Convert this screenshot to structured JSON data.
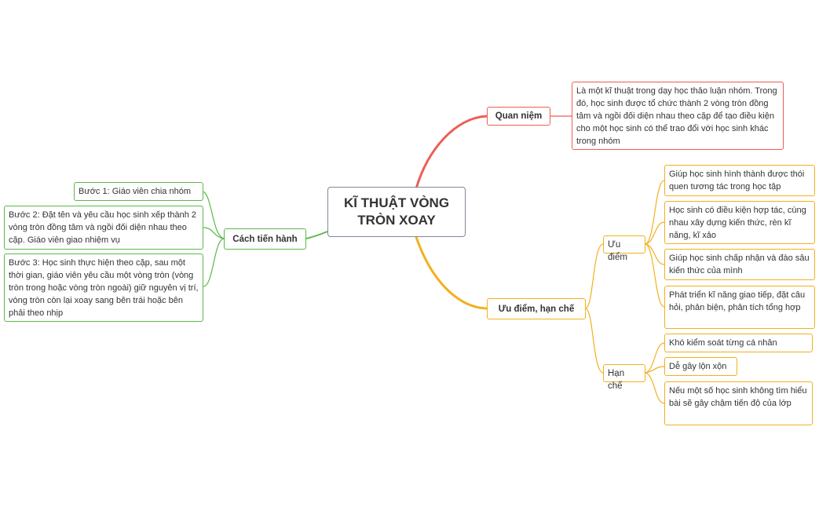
{
  "title": "KĨ THUẬT VÒNG TRÒN XOAY",
  "colors": {
    "quan_niem": "#ee5d55",
    "cach_tien_hanh": "#5db84a",
    "uu_diem_han_che": "#f2b01e",
    "root_border": "#7d8a99"
  },
  "quan_niem": {
    "label": "Quan niệm",
    "text": "Là một kĩ thuật trong dạy học thảo luận nhóm. Trong đó, học sinh được tổ chức thành 2 vòng tròn đồng tâm và ngồi đối diện nhau theo cặp để tạo điều kiện cho một học sinh có thể trao đổi với học sinh khác trong nhóm"
  },
  "cach_tien_hanh": {
    "label": "Cách tiến hành",
    "steps": [
      "Bước 1: Giáo viên chia nhóm",
      "Bước 2: Đặt tên và yêu cầu học sinh xếp thành 2 vòng tròn đồng tâm và ngồi đối diện nhau theo cặp. Giáo viên giao nhiệm vụ",
      "Bước 3: Học sinh thực hiện theo cặp, sau một thời gian, giáo viên yêu cầu một vòng tròn (vòng tròn trong hoặc vòng tròn ngoài) giữ nguyên vị trí, vòng tròn còn lại xoay sang bên trái hoặc bên phải theo nhịp"
    ]
  },
  "uu_diem_han_che": {
    "label": "Ưu điểm, hạn chế",
    "uu_diem": {
      "label": "Ưu điểm",
      "items": [
        "Giúp học sinh hình thành được thói quen tương tác trong học tập",
        "Học sinh có điều kiện hợp tác, cùng nhau xây dựng kiến thức, rèn kĩ năng, kĩ xảo",
        "Giúp học sinh chấp nhận và đào sâu kiến thức của mình",
        "Phát triển kĩ năng giao tiếp, đặt câu hỏi, phản biện, phân tích tổng hợp"
      ]
    },
    "han_che": {
      "label": "Hạn chế",
      "items": [
        "Khó kiểm soát từng cá nhân",
        "Dễ gây lộn xộn",
        "Nếu một số học sinh không tìm hiểu bài sẽ gây chậm tiến độ của lớp"
      ]
    }
  }
}
